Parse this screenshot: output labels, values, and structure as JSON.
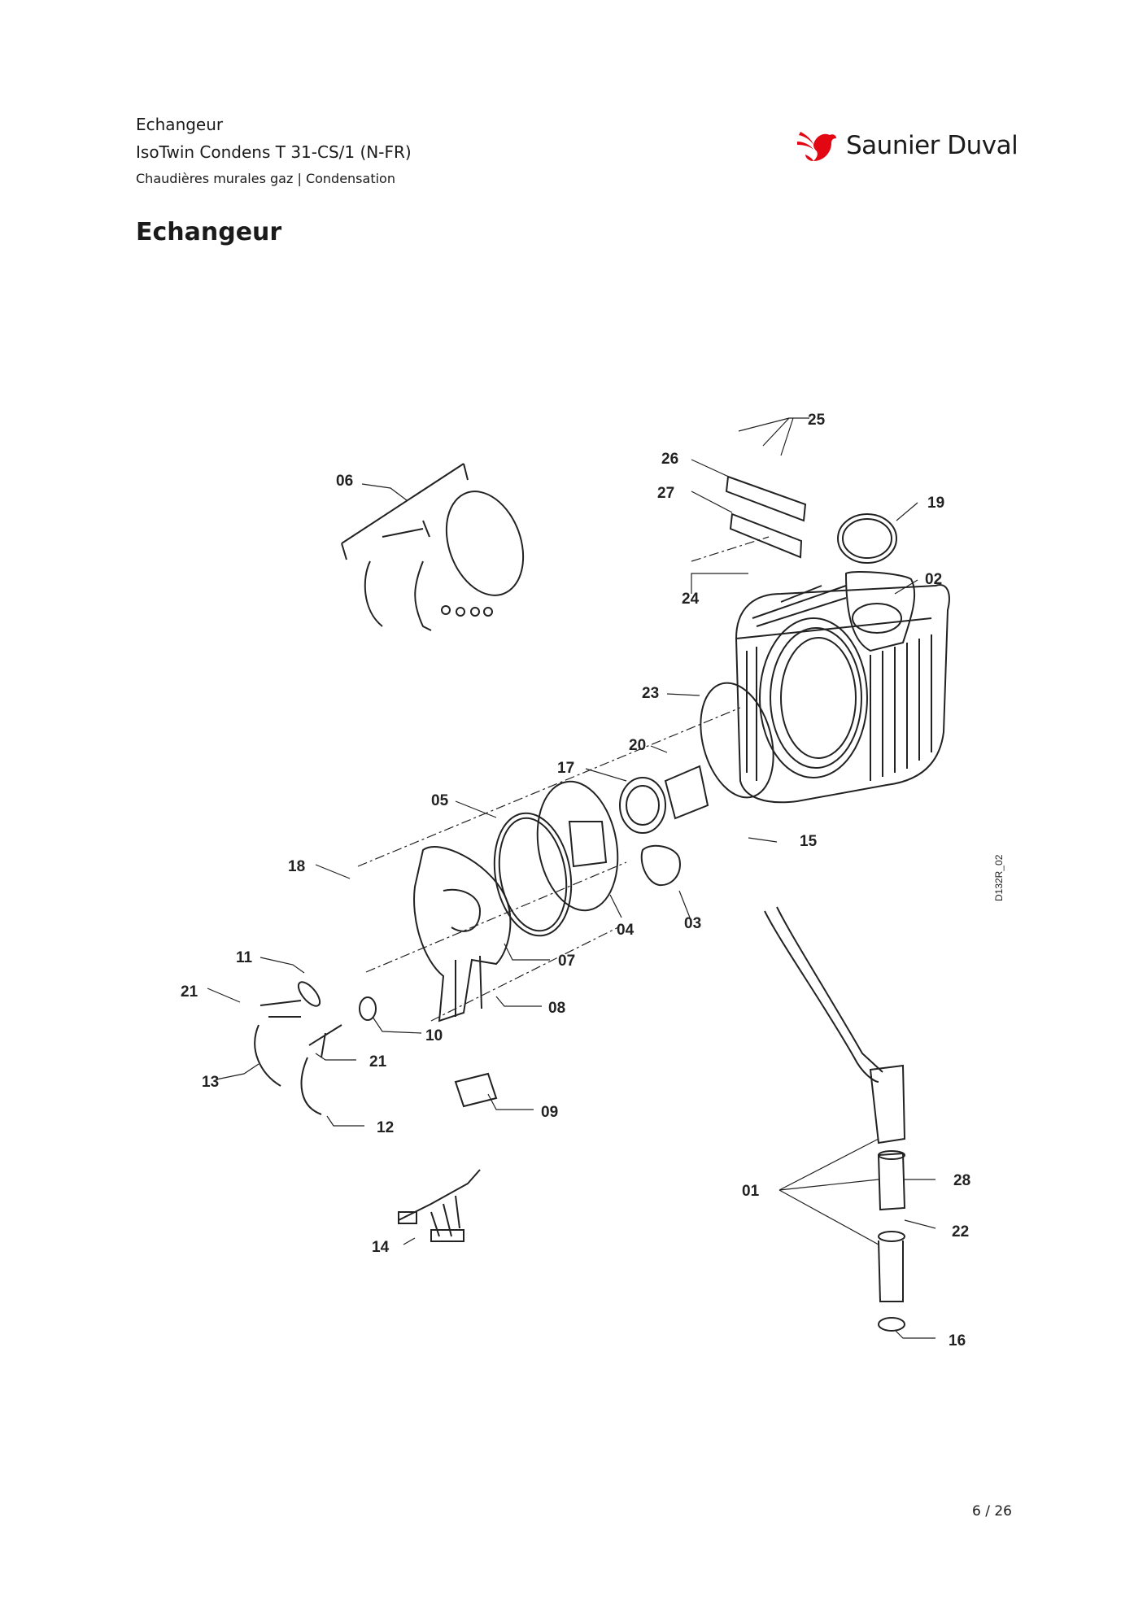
{
  "header": {
    "section": "Echangeur",
    "model": "IsoTwin Condens T 31-CS/1 (N-FR)",
    "category": "Chaudières murales gaz | Condensation"
  },
  "logo": {
    "brand": "Saunier Duval",
    "color": "#e30613"
  },
  "page_title": "Echangeur",
  "diagram": {
    "reference": "D132R_02",
    "labels": [
      "25",
      "26",
      "27",
      "19",
      "06",
      "24",
      "02",
      "23",
      "20",
      "17",
      "05",
      "15",
      "18",
      "04",
      "03",
      "11",
      "07",
      "21",
      "08",
      "10",
      "21",
      "13",
      "09",
      "12",
      "01",
      "28",
      "22",
      "14",
      "16"
    ]
  },
  "footer": {
    "page": "6 / 26"
  }
}
